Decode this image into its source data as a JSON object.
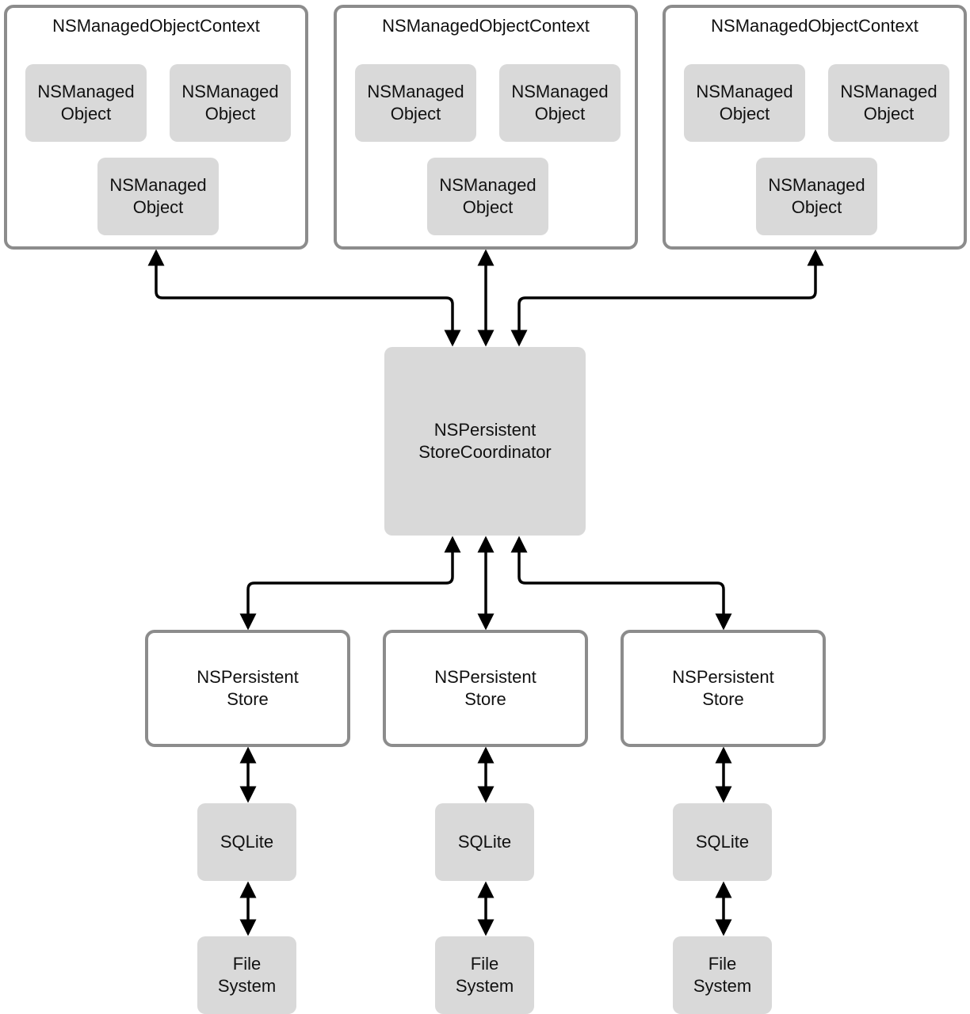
{
  "contexts": [
    {
      "title": "NSManagedObjectContext",
      "objects": [
        "NSManaged\nObject",
        "NSManaged\nObject",
        "NSManaged\nObject"
      ]
    },
    {
      "title": "NSManagedObjectContext",
      "objects": [
        "NSManaged\nObject",
        "NSManaged\nObject",
        "NSManaged\nObject"
      ]
    },
    {
      "title": "NSManagedObjectContext",
      "objects": [
        "NSManaged\nObject",
        "NSManaged\nObject",
        "NSManaged\nObject"
      ]
    }
  ],
  "coordinator": {
    "label": "NSPersistent\nStoreCoordinator"
  },
  "stores": [
    {
      "label": "NSPersistent\nStore",
      "backend": "SQLite",
      "filesystem": "File\nSystem"
    },
    {
      "label": "NSPersistent\nStore",
      "backend": "SQLite",
      "filesystem": "File\nSystem"
    },
    {
      "label": "NSPersistent\nStore",
      "backend": "SQLite",
      "filesystem": "File\nSystem"
    }
  ],
  "colors": {
    "box_fill": "#d9d9d9",
    "box_border": "#8c8c8c",
    "arrow": "#000000"
  }
}
